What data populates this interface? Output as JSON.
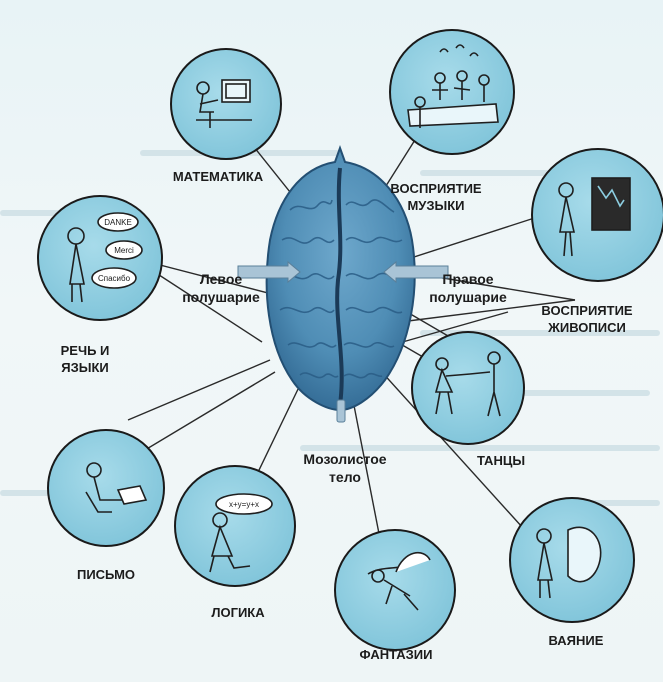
{
  "labels": {
    "mathematics": "МАТЕМАТИКА",
    "music": "ВОСПРИЯТИЕ\nМУЗЫКИ",
    "left_hemisphere": "Левое\nполушарие",
    "right_hemisphere": "Правое\nполушарие",
    "painting": "ВОСПРИЯТИЕ\nЖИВОПИСИ",
    "speech": "РЕЧЬ И\nЯЗЫКИ",
    "corpus_callosum": "Мозолистое\nтело",
    "dances": "ТАНЦЫ",
    "writing": "ПИСЬМО",
    "logic": "ЛОГИКА",
    "fantasy": "ФАНТАЗИИ",
    "sculpture": "ВАЯНИЕ"
  },
  "speech_bubbles": {
    "danke": "DANKE",
    "merci": "Merci",
    "spasibo": "Спасибо"
  },
  "logic_formula": "x+y=y+x",
  "colors": {
    "circle_fill": "#8ccde0",
    "circle_stroke": "#1a1a1a",
    "brain_blue": "#4f8db5",
    "brain_dark": "#234f73",
    "line": "#2a2a2a",
    "arrow_fill": "#a9c4d6"
  }
}
